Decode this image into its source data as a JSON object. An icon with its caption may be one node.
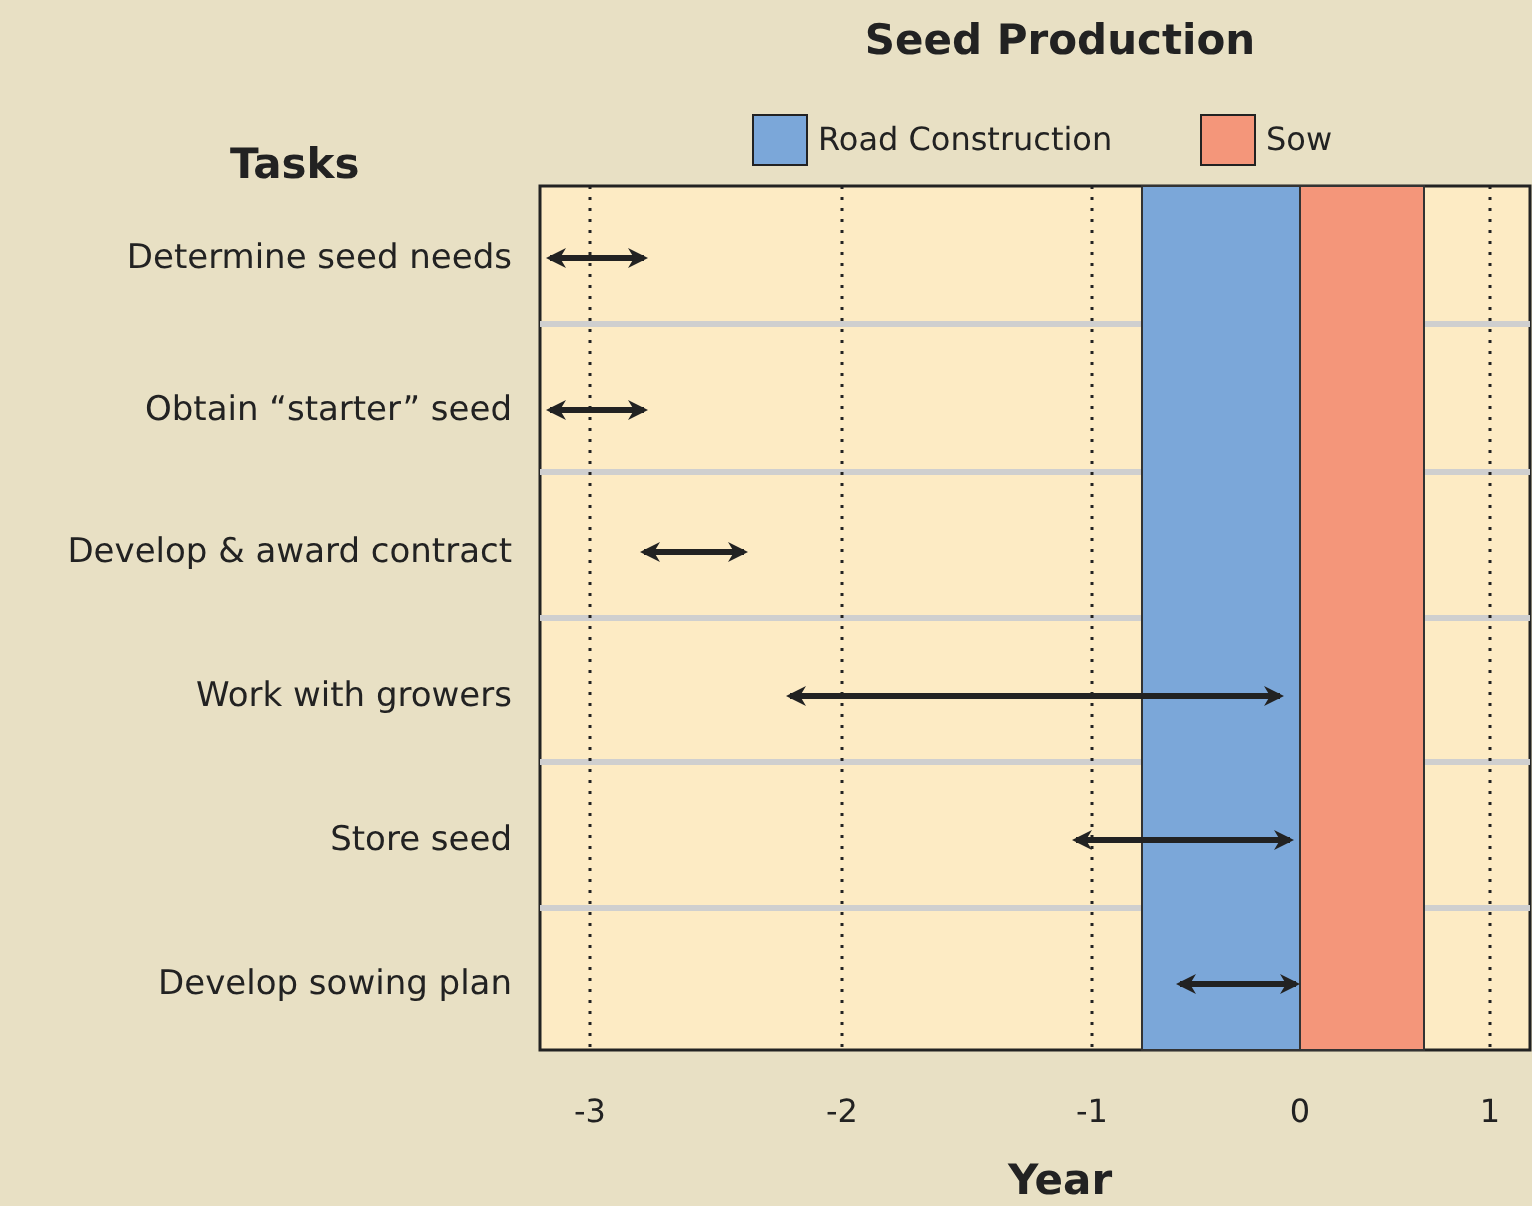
{
  "diagram": {
    "title": "Seed Production",
    "labels": [
      "Tasks",
      "Determine seed needs",
      "Obtain “starter” seed",
      "Develop & award contract",
      "Work with growers",
      "Store seed",
      "Develop sowing plan",
      "-3",
      "-2",
      "-1",
      "0",
      "1",
      "Year"
    ],
    "legend": [
      {
        "text": "Road Construction",
        "color": "#7ba7d9"
      },
      {
        "text": "Sow",
        "color": "#f4967a"
      }
    ]
  }
}
